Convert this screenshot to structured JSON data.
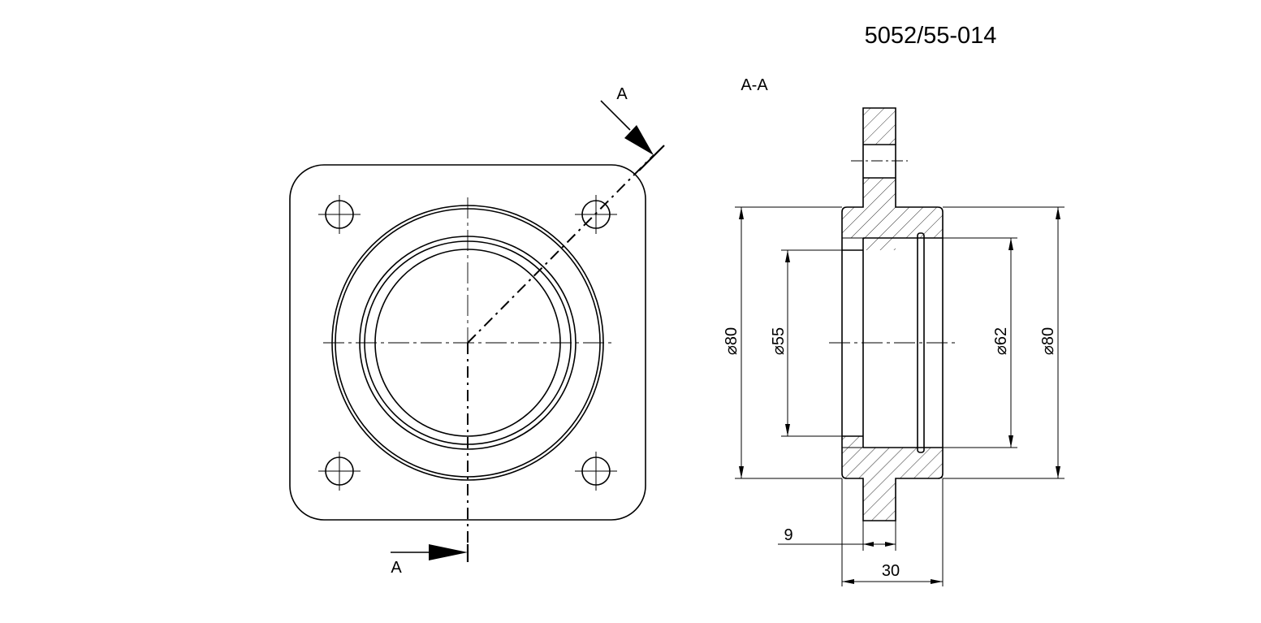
{
  "drawing": {
    "part_number": "5052/55-014",
    "section_label": "A-A",
    "section_arrow_label_top": "A",
    "section_arrow_label_bottom": "A",
    "dimensions": {
      "outer_diameter_left": "⌀80",
      "bore_diameter": "⌀55",
      "recess_diameter": "⌀62",
      "outer_diameter_right": "⌀80",
      "flange_thickness": "9",
      "overall_length": "30"
    }
  }
}
